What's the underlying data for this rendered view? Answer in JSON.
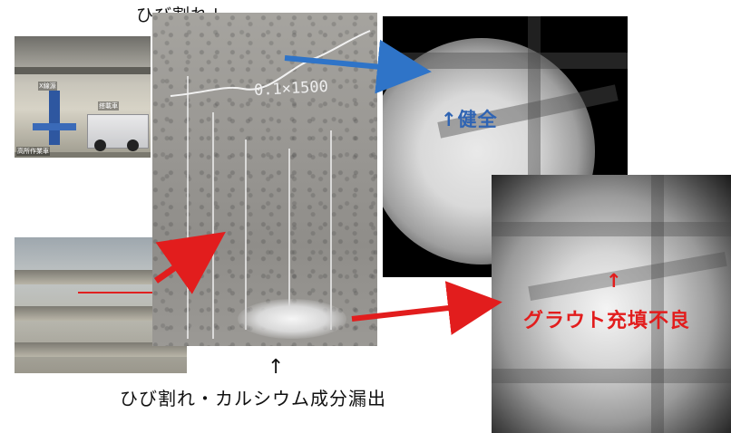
{
  "caption_top": "ひび割れ↓",
  "caption_bottom": "ひび割れ・カルシウム成分漏出",
  "arrow_up_bottom": "↑",
  "label_healthy": "↑健全",
  "label_defect_arrow": "↑",
  "label_defect": "グラウト充填不良",
  "chalk_note": "0.1×1500",
  "photo_labels": {
    "xray_source": "X線源",
    "vehicle": "搭載車",
    "aerial": "高所作業車"
  },
  "colors": {
    "blue_arrow": "#2f74c8",
    "red_arrow": "#e21d1d",
    "healthy_text": "#2f64b3",
    "defect_text": "#e21d1d"
  }
}
